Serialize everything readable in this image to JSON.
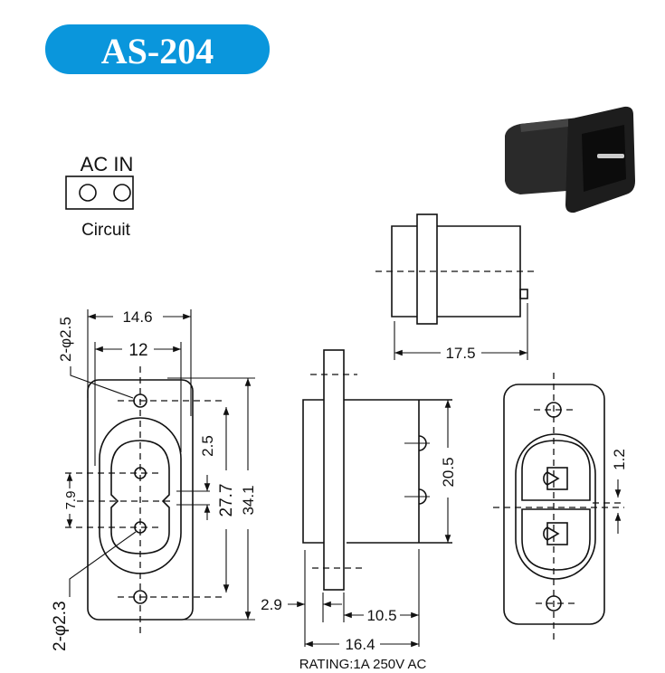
{
  "title": {
    "label": "AS-204",
    "color": "#0a96dc"
  },
  "circuit": {
    "top_label": "AC IN",
    "bottom_label": "Circuit"
  },
  "front_view": {
    "width_outer": "14.6",
    "width_inner": "12",
    "height_total": "34.1",
    "hole_spacing": "27.7",
    "gap": "2.5",
    "pin_spacing": "7.9",
    "mount_hole": "2-φ2.5",
    "pin_hole": "2-φ2.3"
  },
  "side_view": {
    "flange": "2.9",
    "depth_rear": "10.5",
    "depth_total": "16.4",
    "height_body": "20.5"
  },
  "top_view": {
    "depth": "17.5"
  },
  "rear_view": {
    "offset": "1.2"
  },
  "rating": "RATING:1A 250V AC"
}
